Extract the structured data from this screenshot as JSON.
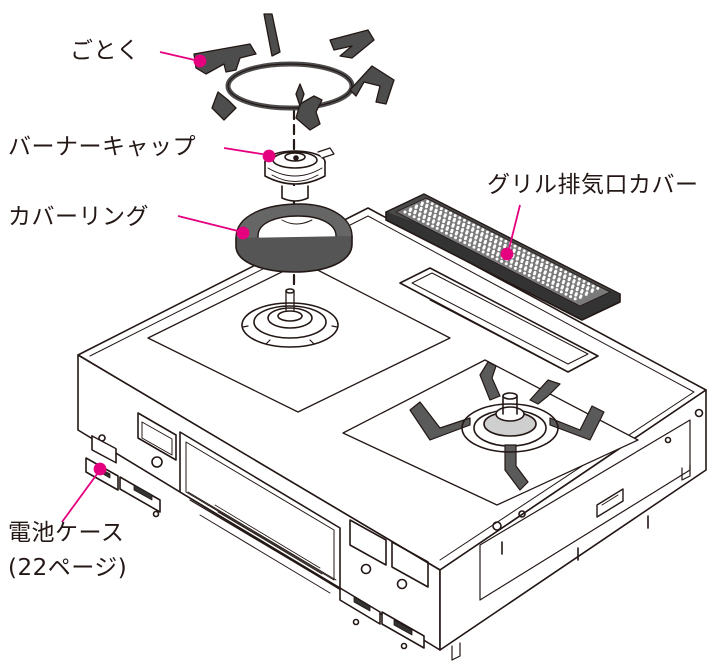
{
  "labels": {
    "gotoku": "ごとく",
    "burner_cap": "バーナーキャップ",
    "cover_ring": "カバーリング",
    "grill_cover": "グリル排気口カバー",
    "battery_case": "電池ケース",
    "battery_page": "(22ページ)"
  },
  "colors": {
    "leader": "#e4007f",
    "line": "#231815",
    "part_fill": "#555555",
    "ring_fill": "#6e6e6e",
    "top_plate": "#ffffff"
  }
}
